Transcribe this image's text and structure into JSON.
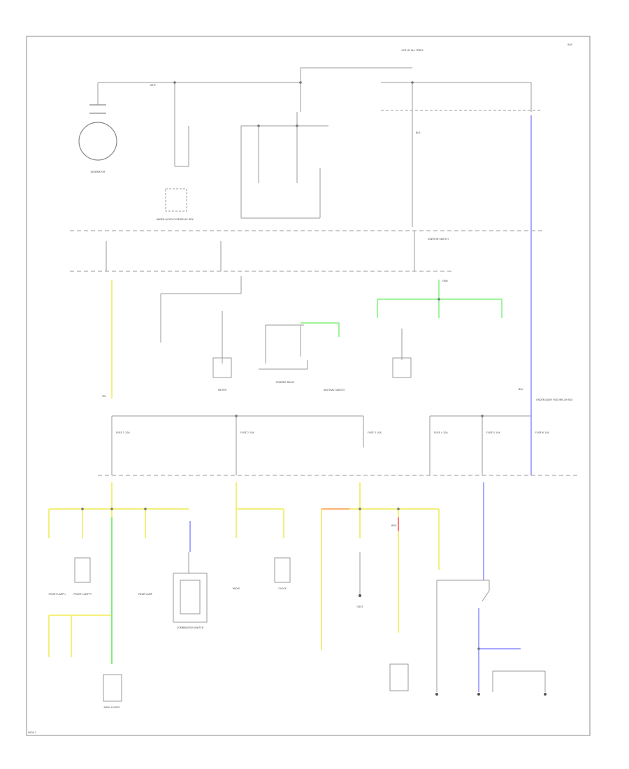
{
  "labels": {
    "battery": "GENERATOR",
    "ignition_switch": "IGNITION SWITCH",
    "hot_at_all_times": "HOT AT ALL TIMES",
    "under_hood_box": "UNDER-HOOD FUSE/RELAY BOX",
    "under_dash_box": "UNDER-DASH FUSE/RELAY BOX",
    "fuse_1": "FUSE 1 10A",
    "fuse_2": "FUSE 2 10A",
    "fuse_3": "FUSE 3 10A",
    "fuse_4": "FUSE 4 10A",
    "fuse_5": "FUSE 5 10A",
    "fuse_6": "FUSE 6 10A",
    "wire_wht": "WHT",
    "wire_blk": "BLK",
    "wire_yel": "YEL",
    "wire_blu": "BLU",
    "wire_grn": "GRN",
    "wire_red": "RED",
    "left_front_lamp": "FRONT LAMP L",
    "right_front_lamp": "FRONT LAMP R",
    "rear_lamp": "REAR LAMP",
    "combination_switch": "COMBINATION SWITCH",
    "dash_lights": "DASH LIGHTS",
    "clock": "CLOCK",
    "radio": "RADIO",
    "meter": "METER",
    "starter_relay": "STARTER RELAY",
    "neutral_switch": "NEUTRAL SWITCH",
    "ground": "G401",
    "corner_code": "W-B",
    "footer_code": "9000-1"
  },
  "colors": {
    "line": "#9a9a9a",
    "yellow": "#f2f07a",
    "green": "#7ef07a",
    "blue": "#a8a8ff",
    "red": "#ff7a7a",
    "orange": "#ffb070",
    "border": "#888888"
  }
}
